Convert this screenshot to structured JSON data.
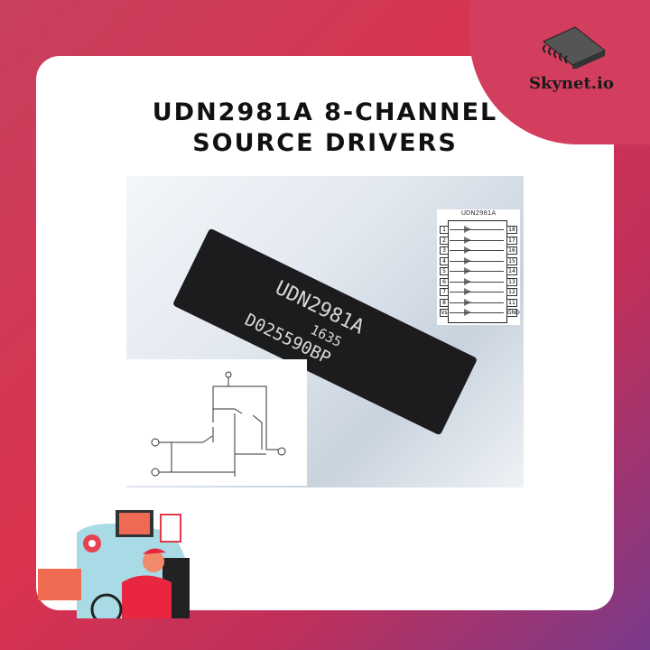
{
  "brand": {
    "name": "Skynet.io",
    "logo_icon": "ic-chip-icon"
  },
  "title": {
    "line1": "UDN2981A 8-CHANNEL",
    "line2": "SOURCE DRIVERS"
  },
  "chip_markings": {
    "part": "UDN2981A",
    "date_code": "1635",
    "lot": "D025590BP"
  },
  "pinout": {
    "title": "UDN2981A",
    "left_pins": [
      "1",
      "2",
      "3",
      "4",
      "5",
      "6",
      "7",
      "8",
      "Vs"
    ],
    "right_pins": [
      "18",
      "17",
      "16",
      "15",
      "14",
      "13",
      "12",
      "11",
      "GND"
    ]
  },
  "colors": {
    "accent": "#d9334f",
    "purple": "#7a3a8a",
    "card": "#ffffff"
  }
}
